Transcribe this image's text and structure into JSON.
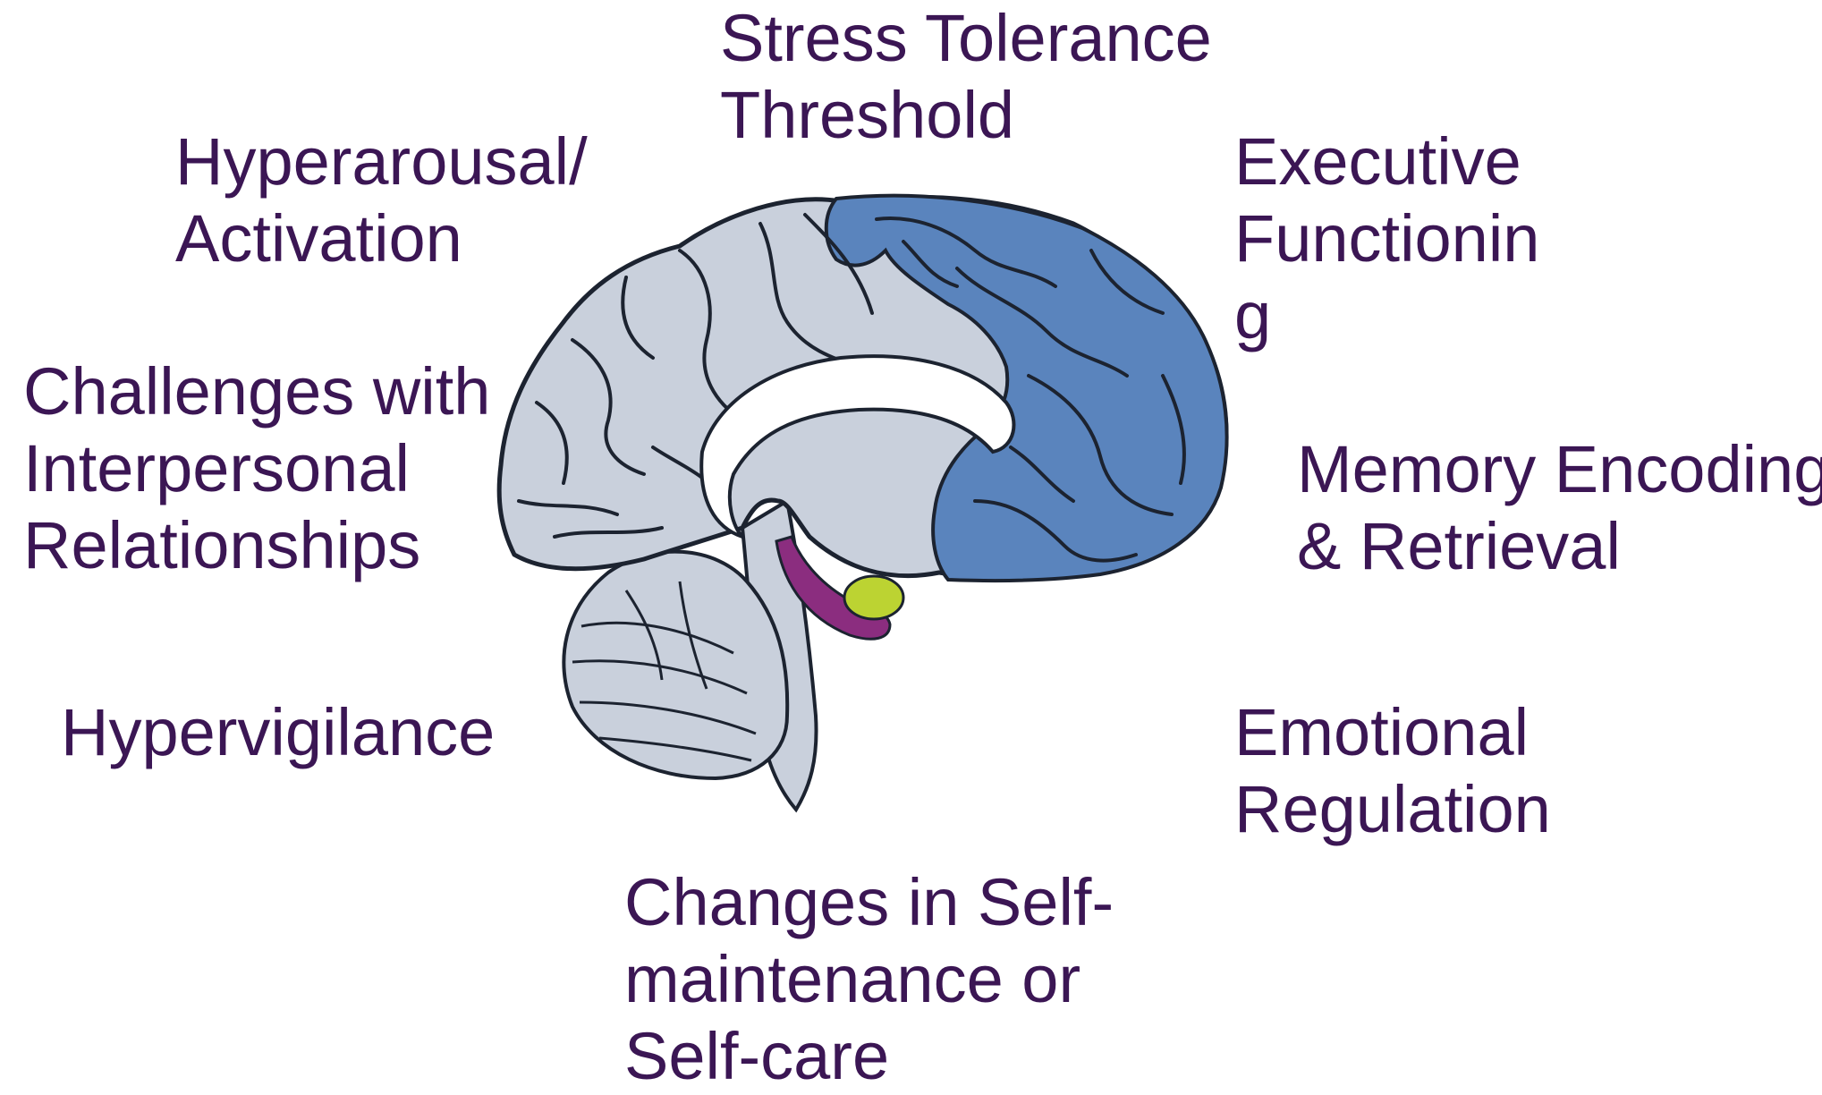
{
  "colors": {
    "text": "#3b1654",
    "brain_fill": "#c9d0dc",
    "brain_outline": "#1c2330",
    "prefrontal_fill": "#5a84bd",
    "hippocampus_fill": "#8b2d7f",
    "amygdala_fill": "#bcd332",
    "ventricle_fill": "#ffffff"
  },
  "labels": {
    "stress": [
      "Stress Tolerance",
      "Threshold"
    ],
    "hyperarousal": [
      "Hyperarousal/",
      "Activation"
    ],
    "executive": [
      "Executive",
      "Functionin",
      "g"
    ],
    "interpersonal": [
      "Challenges with",
      "Interpersonal",
      "Relationships"
    ],
    "memory": [
      "Memory Encoding",
      "& Retrieval"
    ],
    "hypervigilance": [
      "Hypervigilance"
    ],
    "emotional": [
      "Emotional",
      "Regulation"
    ],
    "selfcare": [
      "Changes in Self-",
      "maintenance or",
      "Self-care"
    ]
  }
}
